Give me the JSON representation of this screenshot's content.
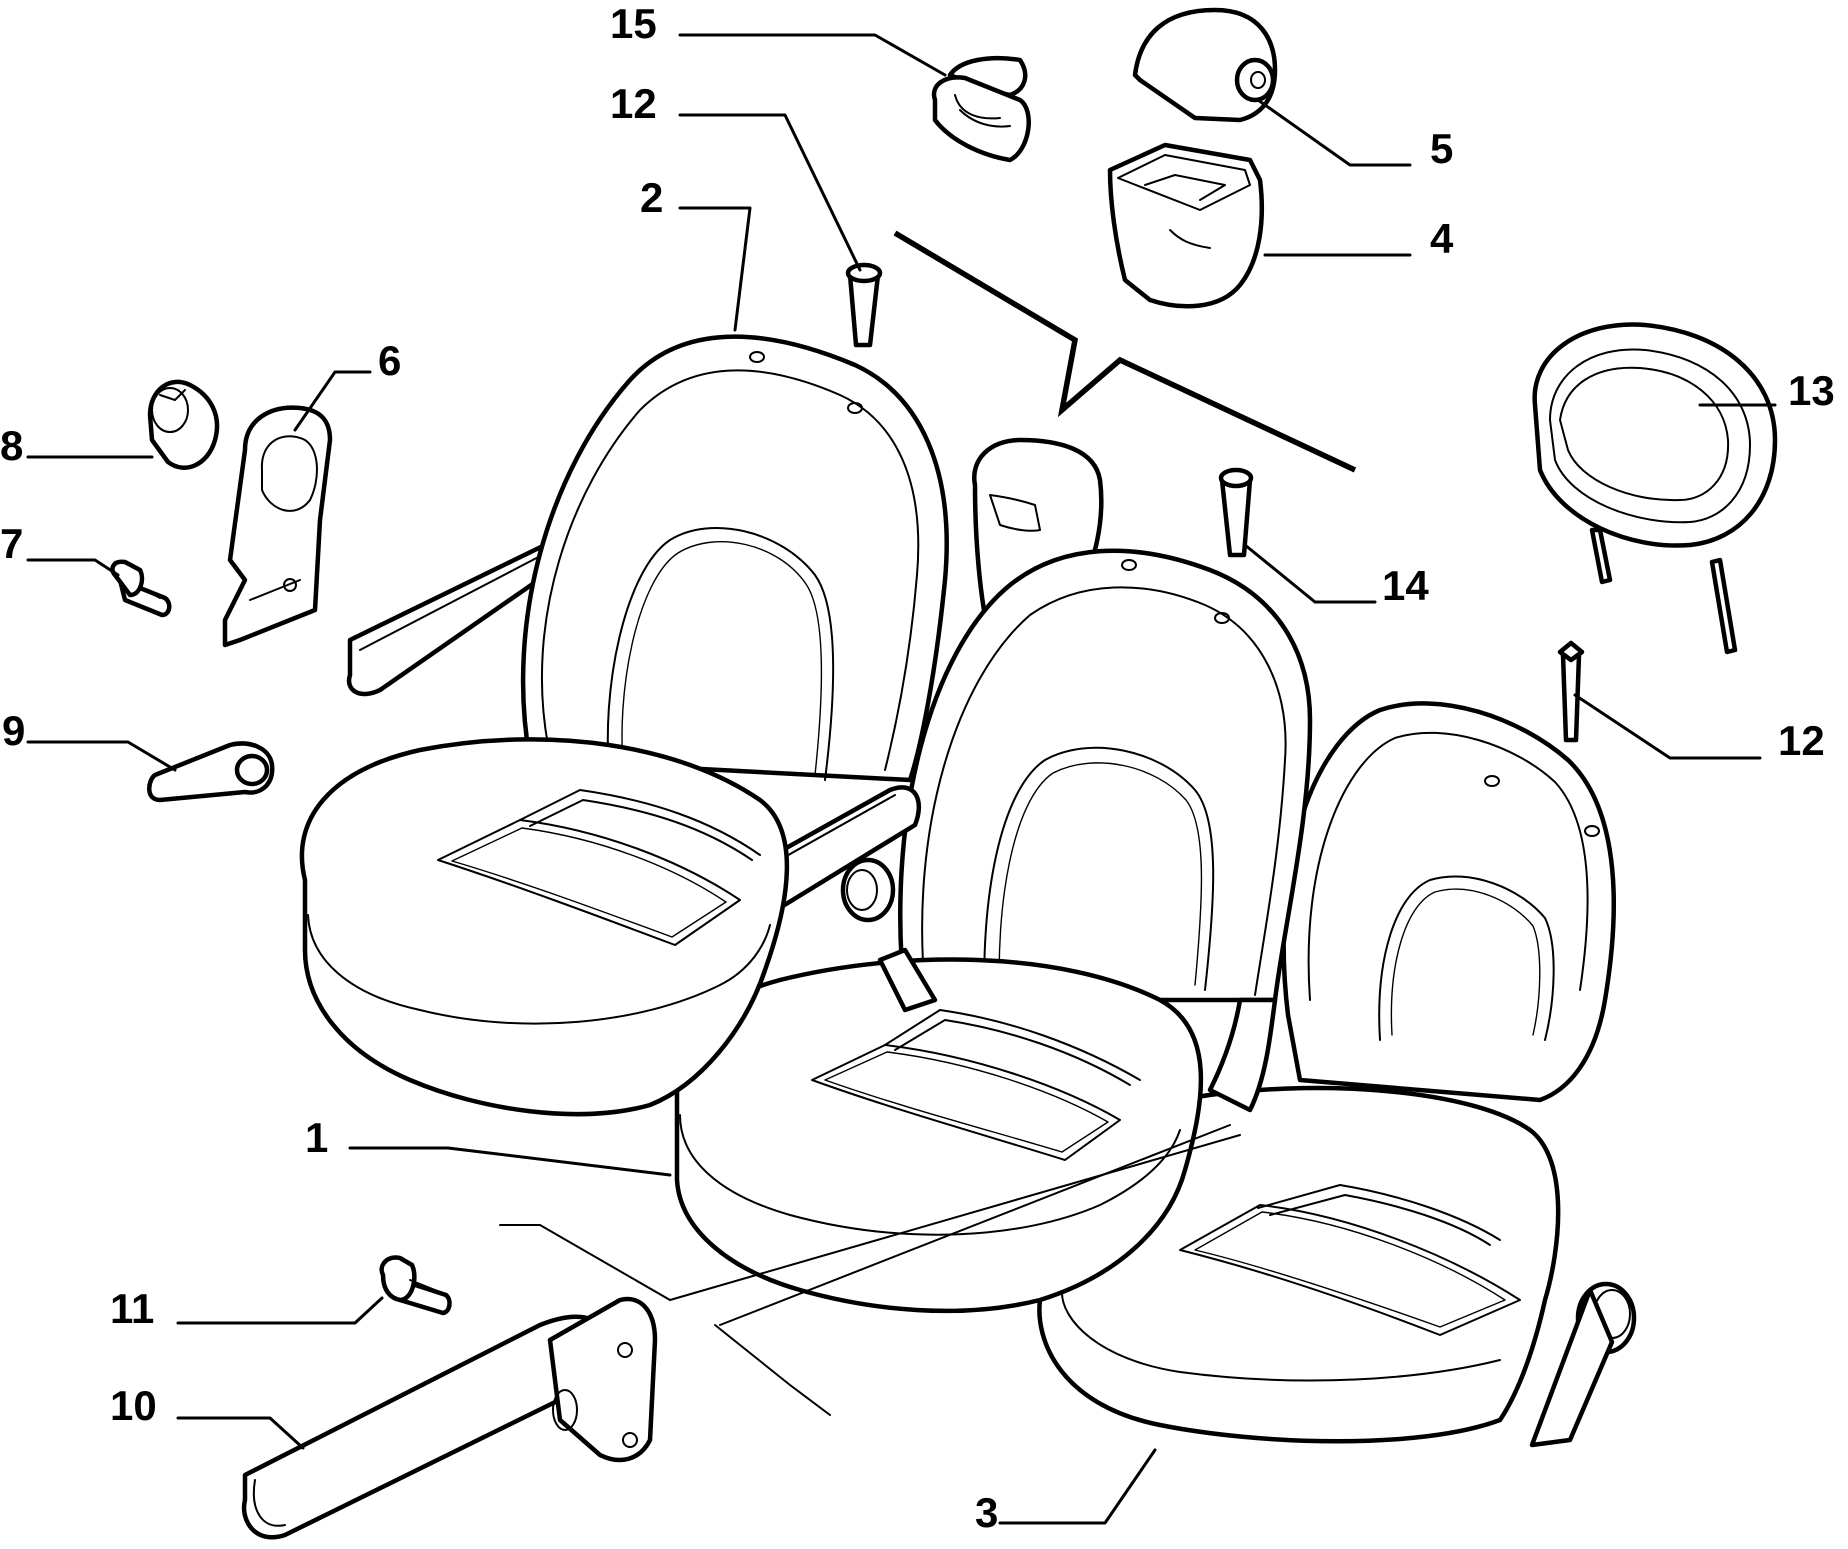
{
  "colors": {
    "line": "#000000",
    "background": "#ffffff"
  },
  "callouts": [
    {
      "id": "c15",
      "label": "15"
    },
    {
      "id": "c12a",
      "label": "12"
    },
    {
      "id": "c2",
      "label": "2"
    },
    {
      "id": "c5",
      "label": "5"
    },
    {
      "id": "c4",
      "label": "4"
    },
    {
      "id": "c6",
      "label": "6"
    },
    {
      "id": "c8",
      "label": "8"
    },
    {
      "id": "c7",
      "label": "7"
    },
    {
      "id": "c13",
      "label": "13"
    },
    {
      "id": "c14",
      "label": "14"
    },
    {
      "id": "c12b",
      "label": "12"
    },
    {
      "id": "c9",
      "label": "9"
    },
    {
      "id": "c1",
      "label": "1"
    },
    {
      "id": "c11",
      "label": "11"
    },
    {
      "id": "c10",
      "label": "10"
    },
    {
      "id": "c3",
      "label": "3"
    }
  ]
}
